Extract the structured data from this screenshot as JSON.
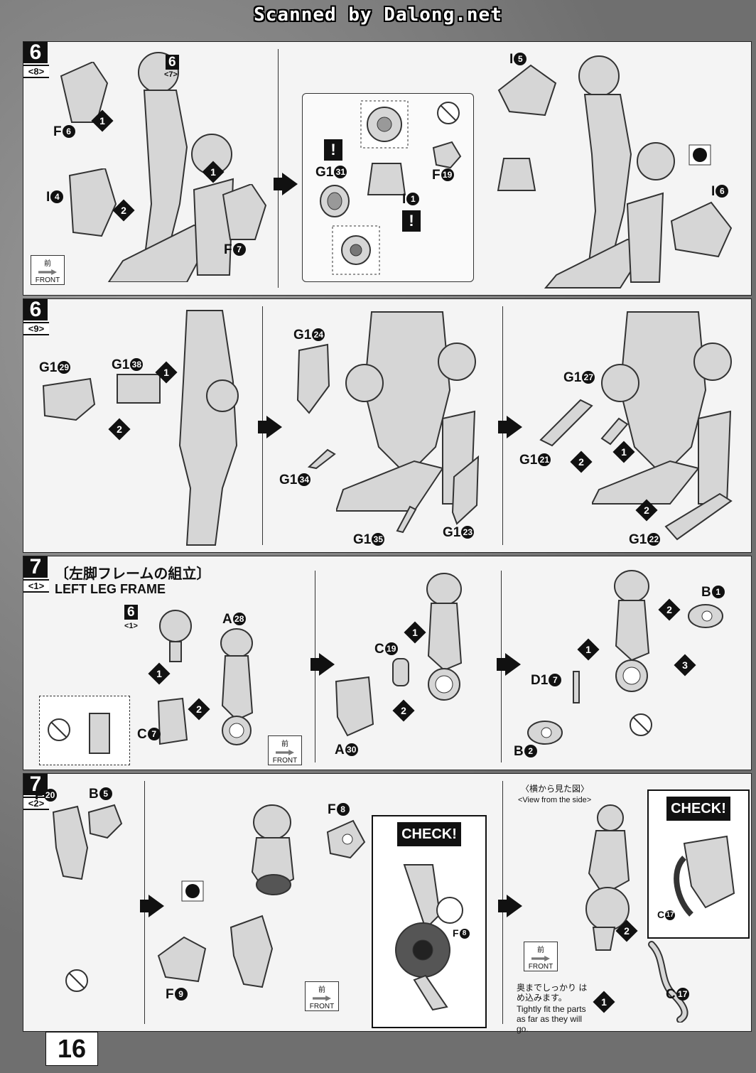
{
  "header": {
    "scan_credit": "Scanned by Dalong.net"
  },
  "steps": [
    {
      "number": "6",
      "substep": "<8>",
      "labels": {
        "ref_step": "6",
        "ref_sub": "<7>",
        "f6": "F",
        "f6n": "6",
        "i4": "I",
        "i4n": "4",
        "f7": "F",
        "f7n": "7",
        "g1": "G1",
        "g1n": "31",
        "i1": "I",
        "i1n": "1",
        "f19": "F",
        "f19n": "19",
        "i5": "I",
        "i5n": "5",
        "i6": "I",
        "i6n": "6"
      },
      "front": {
        "kanji": "前",
        "text": "FRONT"
      }
    },
    {
      "number": "6",
      "substep": "<9>",
      "labels": {
        "g129": "G1",
        "g129n": "29",
        "g138": "G1",
        "g138n": "38",
        "g124": "G1",
        "g124n": "24",
        "g134": "G1",
        "g134n": "34",
        "g135": "G1",
        "g135n": "35",
        "g123": "G1",
        "g123n": "23",
        "g127": "G1",
        "g127n": "27",
        "g121": "G1",
        "g121n": "21",
        "g122": "G1",
        "g122n": "22"
      }
    },
    {
      "number": "7",
      "substep": "<1>",
      "title_jp": "〔左脚フレームの組立〕",
      "title_en": "LEFT LEG FRAME",
      "labels": {
        "ref_step": "6",
        "ref_sub": "<1>",
        "a28": "A",
        "a28n": "28",
        "c7": "C",
        "c7n": "7",
        "c19": "C",
        "c19n": "19",
        "a30": "A",
        "a30n": "30",
        "b1": "B",
        "b1n": "1",
        "d17": "D1",
        "d17n": "7",
        "b2": "B",
        "b2n": "2"
      },
      "front": {
        "kanji": "前",
        "text": "FRONT"
      }
    },
    {
      "number": "7",
      "substep": "<2>",
      "labels": {
        "f20": "F",
        "f20n": "20",
        "b5": "B",
        "b5n": "5",
        "f9": "F",
        "f9n": "9",
        "f8": "F",
        "f8n": "8",
        "f8b": "F",
        "f8bn": "8",
        "c17": "C",
        "c17n": "17",
        "c17b": "C",
        "c17bn": "17"
      },
      "check_label": "CHECK!",
      "side_view_jp": "〈横から見た図〉",
      "side_view_en": "<View from the side>",
      "tip_jp": "奥までしっかり はめ込みます。",
      "tip_en": "Tightly fit the parts as far as they will go.",
      "front": {
        "kanji": "前",
        "text": "FRONT"
      }
    }
  ],
  "order_markers": [
    "1",
    "2",
    "3"
  ],
  "page_number": "16"
}
